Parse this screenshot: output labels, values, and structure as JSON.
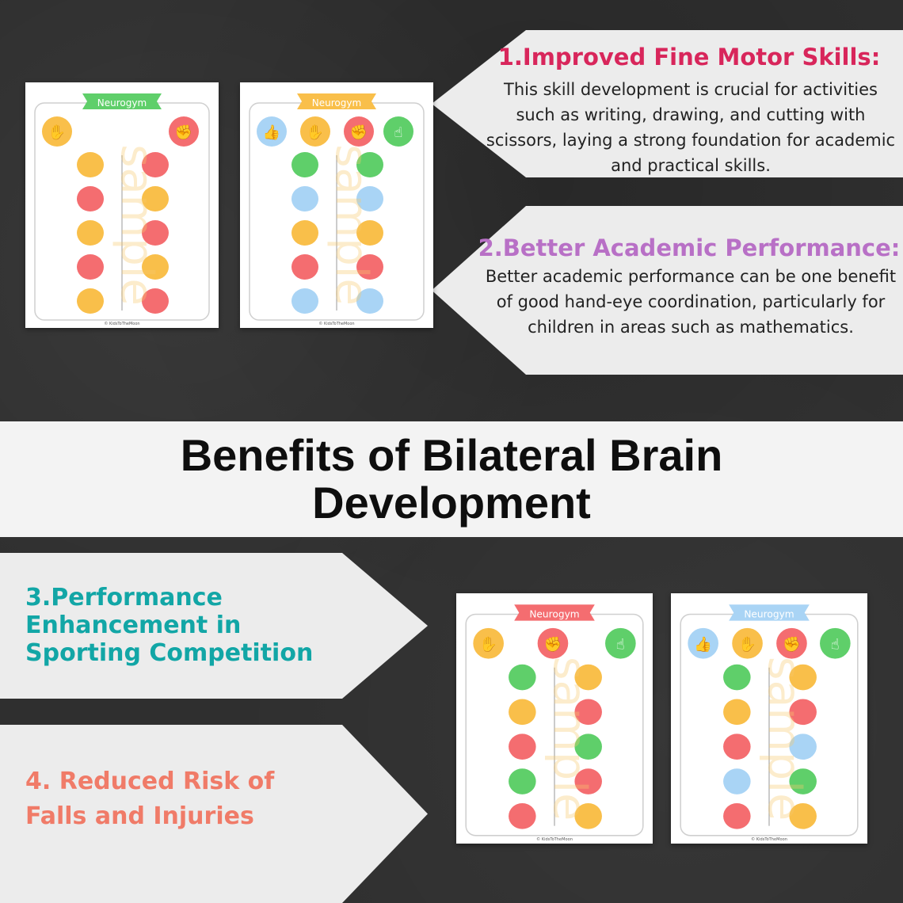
{
  "title": "Benefits of Bilateral Brain Development",
  "benefits": [
    {
      "heading": "1.Improved Fine Motor Skills:",
      "text": "This skill development is crucial for activities such as writing, drawing, and cutting with scissors,  laying a strong foundation for academic and practical skills.",
      "color": "#d8265b"
    },
    {
      "heading": "2.Better Academic Performance:",
      "text": "Better academic performance can be one benefit of good hand-eye coordination, particularly for children in areas such as mathematics.",
      "color": "#b870c6"
    },
    {
      "heading": "3.Performance Enhancement in Sporting Competition",
      "color": "#12a6a6"
    },
    {
      "heading": "4. Reduced Risk of Falls and Injuries",
      "color": "#f07b68"
    }
  ],
  "worksheet": {
    "brand": "Neurogym",
    "footer": "KidsToTheMoon",
    "watermark": "sample",
    "icons": [
      "thumbs-up-icon",
      "open-hand-icon",
      "fist-icon",
      "pinky-finger-icon"
    ],
    "colors": {
      "yellow": "#f9bf4a",
      "red": "#f46d70",
      "green": "#5fcf6a",
      "blue": "#a9d4f5"
    }
  }
}
